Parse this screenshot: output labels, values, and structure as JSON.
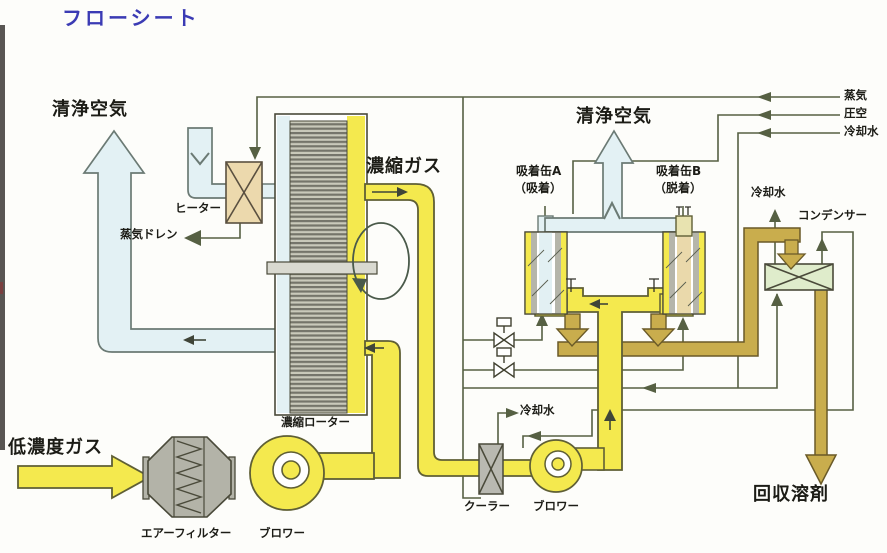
{
  "title": "フローシート",
  "labels": {
    "clean_air_left": "清浄空気",
    "clean_air_right": "清浄空気",
    "heater": "ヒーター",
    "steam_drain": "蒸気ドレン",
    "concentrated_gas": "濃縮ガス",
    "concentration_rotor": "濃縮ローター",
    "low_concentration_gas": "低濃度ガス",
    "air_filter": "エアーフィルター",
    "blower_main": "ブロワー",
    "cooler": "クーラー",
    "blower_secondary": "ブロワー",
    "cooling_water_cooler_out": "冷却水",
    "adsorber_a_name": "吸着缶A",
    "adsorber_a_mode": "（吸着）",
    "adsorber_b_name": "吸着缶B",
    "adsorber_b_mode": "（脱着）",
    "steam_supply": "蒸気",
    "compressed_air_supply": "圧空",
    "cooling_water_supply": "冷却水",
    "cooling_water_condenser_out": "冷却水",
    "condenser": "コンデンサー",
    "recovered_solvent": "回収溶剤"
  },
  "colors": {
    "title_blue": "#3b3bb4",
    "process_gas_yellow": "#f4e94e",
    "solvent_olive": "#c9ad4d",
    "clean_air_blue": "#e3f1f4",
    "utility_line_olive": "#566043",
    "heater_tan": "#ecd9ad",
    "cooler_gray": "#b9b9b1",
    "condenser_green": "#dfeccb",
    "rotor_stripe_dark": "#75756a"
  }
}
